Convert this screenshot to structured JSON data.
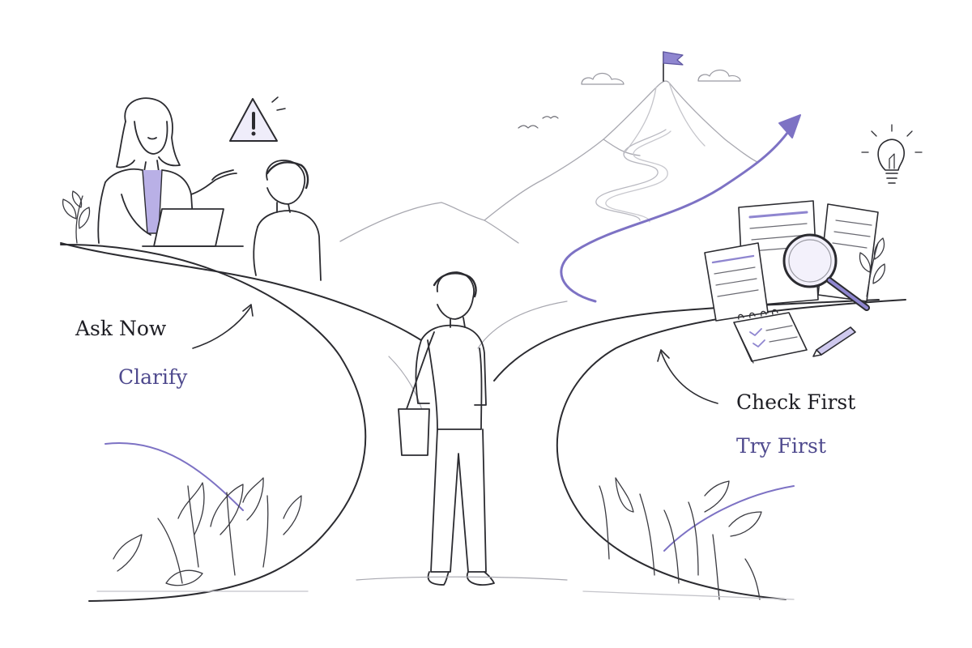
{
  "colors": {
    "ink": "#2b2b30",
    "soft_ink": "#9a9aa2",
    "accent": "#7d72c4",
    "accent_light": "#cfc9ee",
    "accent_text": "#4f4a8e"
  },
  "icons": [
    "warning-icon",
    "lightbulb-icon",
    "flag-icon",
    "magnifier-icon",
    "cloud-icon",
    "bird-icon",
    "arrow-icon"
  ],
  "labels": {
    "left_primary": "Ask Now",
    "left_secondary": "Clarify",
    "right_primary": "Check First",
    "right_secondary": "Try First"
  }
}
